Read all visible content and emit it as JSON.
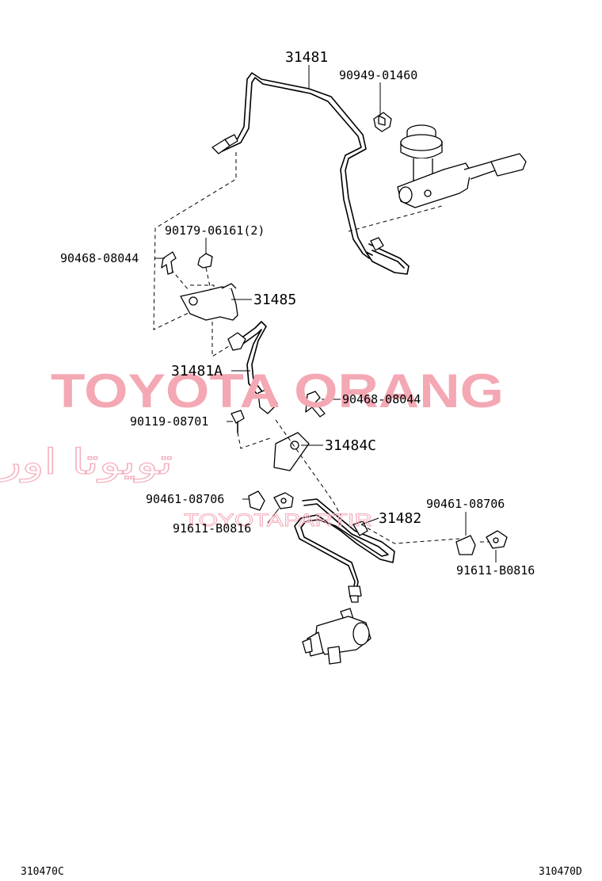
{
  "parts": {
    "p31481": "31481",
    "p90949_01460": "90949-01460",
    "p90179_06161": "90179-06161(2)",
    "p90468_08044_top": "90468-08044",
    "p31485": "31485",
    "p31481a": "31481A",
    "p90468_08044_mid": "90468-08044",
    "p90119_08701": "90119-08701",
    "p31484c": "31484C",
    "p90461_08706_left": "90461-08706",
    "p91611_b0816_left": "91611-B0816",
    "p31482": "31482",
    "p90461_08706_right": "90461-08706",
    "p91611_b0816_right": "91611-B0816"
  },
  "watermark": {
    "main": "TOYOTA ORANG",
    "arabic": "تویوتا اورنگ",
    "sub": "TOYOTAPARTIR"
  },
  "footer": {
    "left_code": "310470C",
    "right_code": "310470D"
  },
  "colors": {
    "line": "#000000",
    "watermark": "#f4a8b4",
    "background": "#ffffff"
  }
}
